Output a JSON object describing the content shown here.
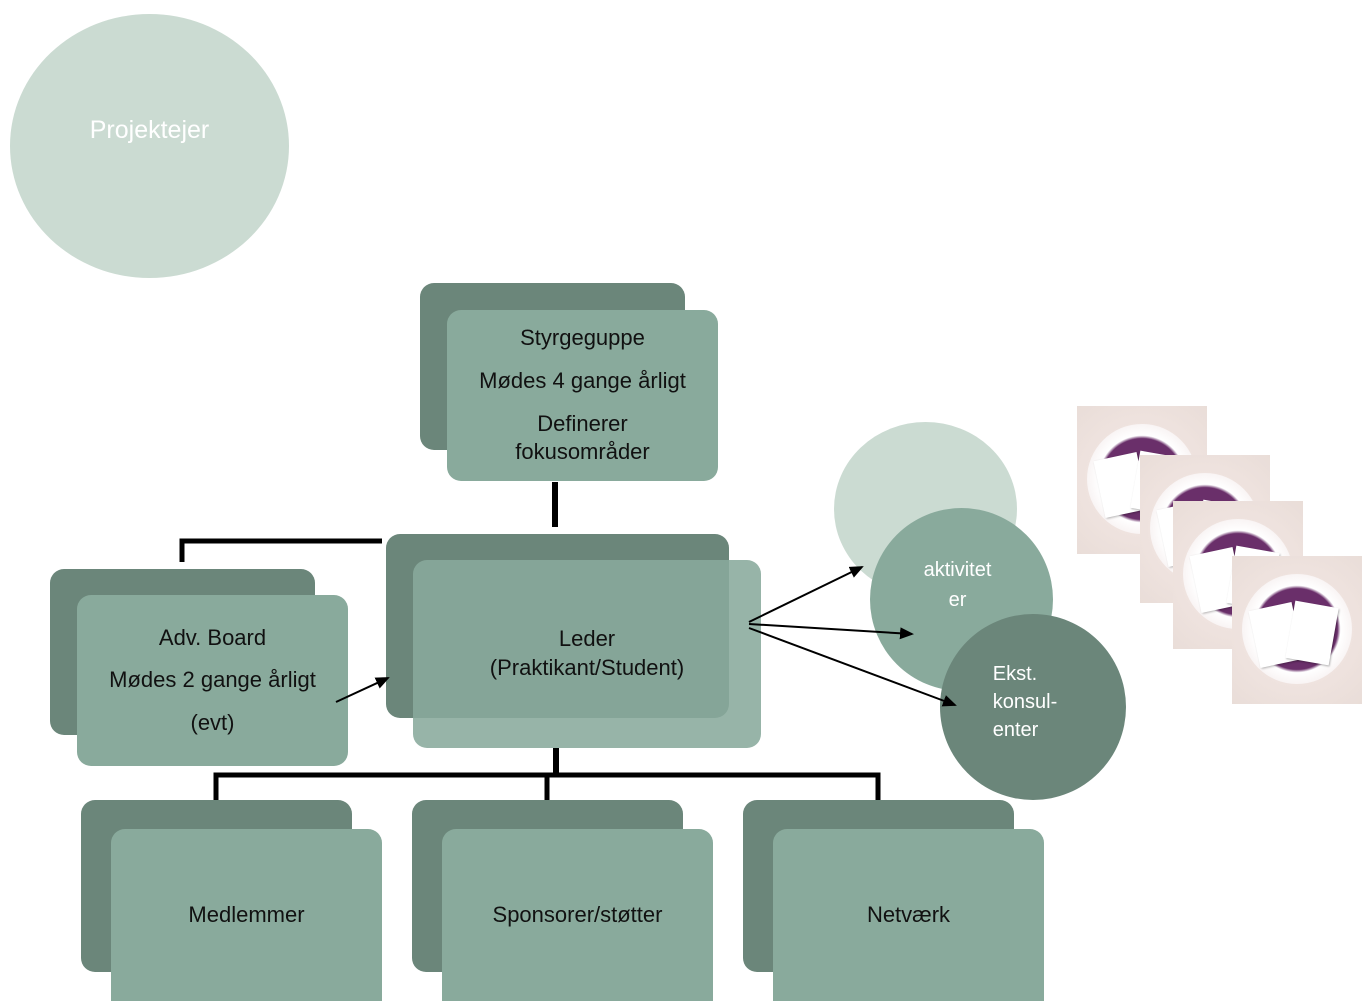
{
  "owner": {
    "label": "Projektejer",
    "color": "#cbdbd2"
  },
  "steering": {
    "lines": [
      "Styrgeguppe",
      "Mødes 4 gange årligt",
      "Definerer",
      "fokusområder"
    ]
  },
  "leader": {
    "lines": [
      "Leder",
      "(Praktikant/Student)"
    ]
  },
  "board": {
    "lines": [
      "Adv. Board",
      "Mødes 2 gange årligt",
      "(evt)"
    ]
  },
  "bottom": [
    "Medlemmer",
    "Sponsorer/støtter",
    "Netværk"
  ],
  "activities": {
    "lines": [
      "aktivitet",
      "er"
    ]
  },
  "consultants": {
    "lines": [
      "Ekst.",
      "konsul-",
      "enter"
    ]
  },
  "colors": {
    "box_front": "#89aa9c",
    "box_back": "#6b867a",
    "light_circle": "#cbdbd2",
    "dark_circle": "#6b867a"
  }
}
